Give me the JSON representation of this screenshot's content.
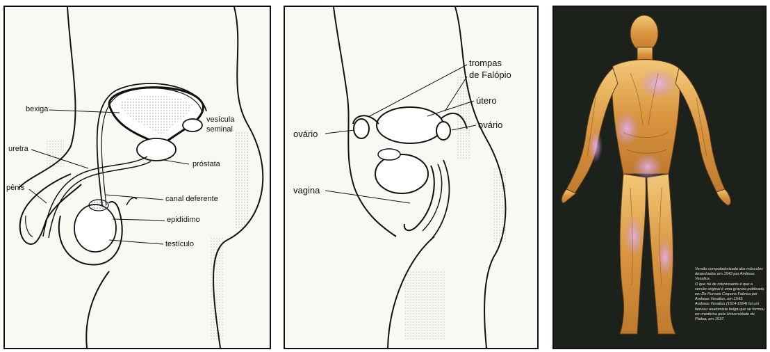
{
  "male_panel": {
    "labels": {
      "bexiga": "bexiga",
      "vesicula": "vesícula",
      "seminal": "seminal",
      "uretra": "uretra",
      "prostata": "próstata",
      "penis": "pênis",
      "canal_deferente": "canal deferente",
      "epididimo": "epidídimo",
      "testiculo": "testículo"
    }
  },
  "female_panel": {
    "labels": {
      "trompas": "trompas",
      "de_falopio": "de Falópio",
      "utero": "útero",
      "ovario_left": "ovário",
      "ovario_right": "ovário",
      "vagina": "vagina"
    }
  },
  "muscle_panel": {
    "caption": {
      "line1": "Versão computadorizada dos músculos desenhados em 1543 por Andreas Vesalius.",
      "line2": "O que há de interessante é que a versão original é uma gravura publicada em De Humani Corporis Fabrica por Andreas Vesalius, em 1543.",
      "line3": "Andreas Vesalius (1514-1564) foi um famoso anatomista belga que se formou em medicina pela Universidade de Pádua, em 1537."
    },
    "colors": {
      "background": "#1d211c",
      "skin_light": "#f2c878",
      "skin_mid": "#d9953f",
      "highlight": "#c98fd6"
    }
  }
}
